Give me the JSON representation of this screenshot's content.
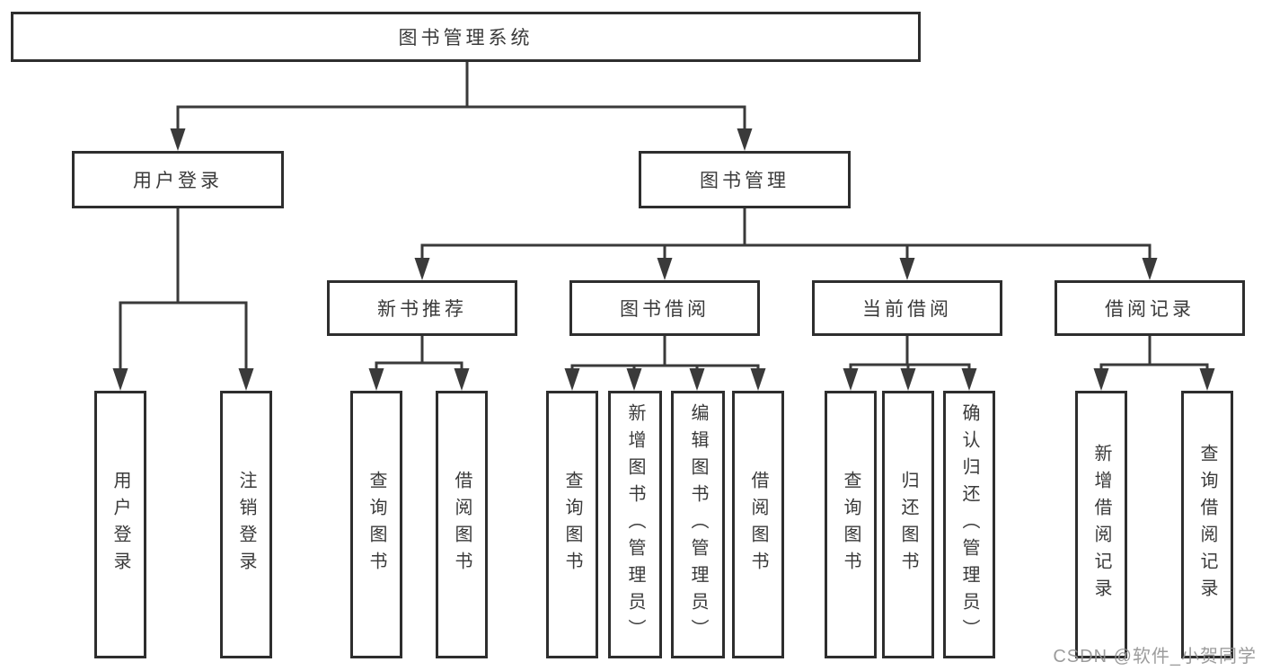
{
  "diagram": {
    "root": {
      "label": "图书管理系统"
    },
    "level2": [
      {
        "label": "用户登录"
      },
      {
        "label": "图书管理"
      }
    ],
    "level3": [
      {
        "label": "新书推荐"
      },
      {
        "label": "图书借阅"
      },
      {
        "label": "当前借阅"
      },
      {
        "label": "借阅记录"
      }
    ],
    "leaves": [
      {
        "label": "用户登录"
      },
      {
        "label": "注销登录"
      },
      {
        "label": "查询图书"
      },
      {
        "label": "借阅图书"
      },
      {
        "label": "查询图书"
      },
      {
        "label": "新增图书（管理员）"
      },
      {
        "label": "编辑图书（管理员）"
      },
      {
        "label": "借阅图书"
      },
      {
        "label": "查询图书"
      },
      {
        "label": "归还图书"
      },
      {
        "label": "确认归还（管理员）"
      },
      {
        "label": "新增借阅记录"
      },
      {
        "label": "查询借阅记录"
      }
    ]
  },
  "watermark": "CSDN @软件_小贺同学",
  "colors": {
    "line": "#3a3a3a",
    "border": "#2e2e2e",
    "text": "#3a3a3a",
    "watermark": "#919191",
    "background": "#ffffff"
  }
}
